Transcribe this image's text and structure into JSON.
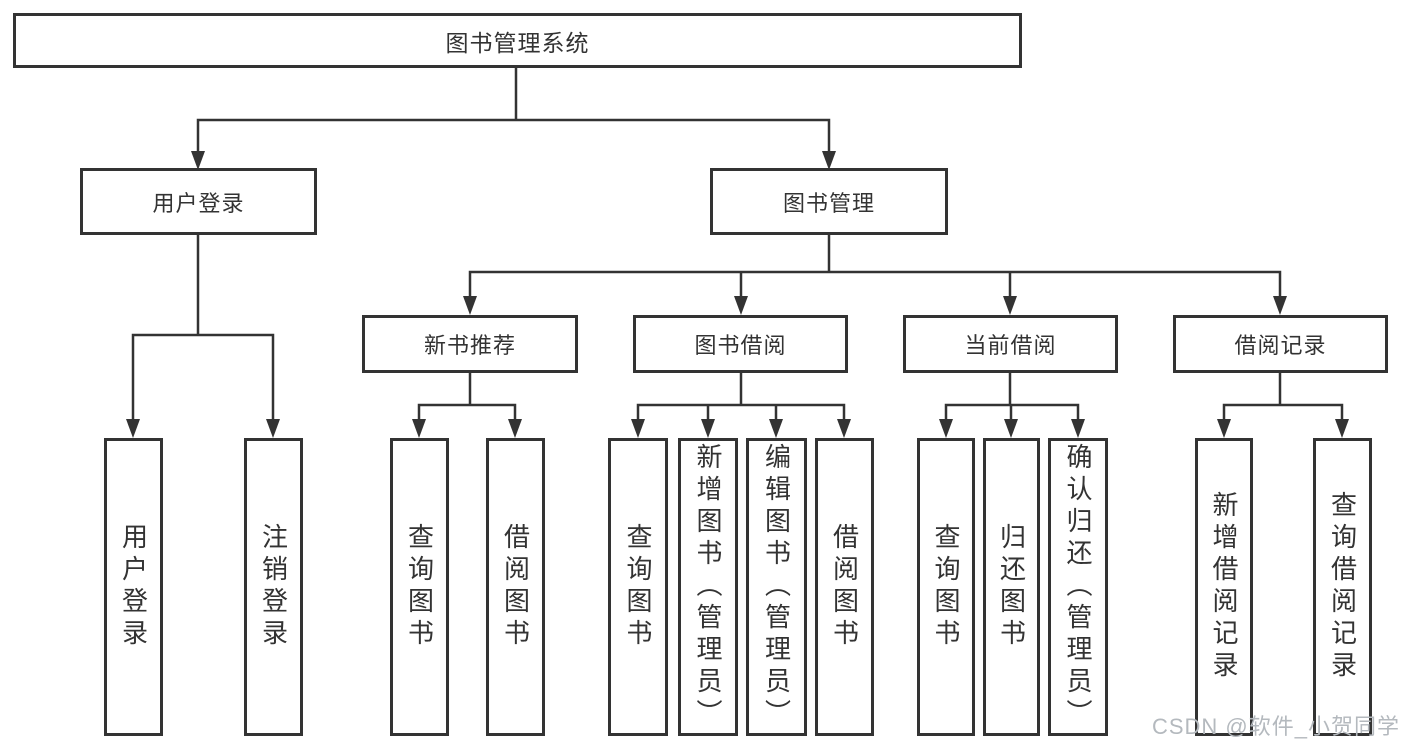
{
  "colors": {
    "line": "#333333",
    "box_border": "#333333",
    "text": "#333333",
    "watermark": "#b4b9be",
    "background": "#ffffff"
  },
  "root": {
    "label": "图书管理系统"
  },
  "branches": [
    {
      "label": "用户登录",
      "children": [
        {
          "label": "用户登录"
        },
        {
          "label": "注销登录"
        }
      ]
    },
    {
      "label": "图书管理",
      "children": [
        {
          "label": "新书推荐",
          "children": [
            {
              "label": "查询图书"
            },
            {
              "label": "借阅图书"
            }
          ]
        },
        {
          "label": "图书借阅",
          "children": [
            {
              "label": "查询图书"
            },
            {
              "label": "新增图书（管理员）"
            },
            {
              "label": "编辑图书（管理员）"
            },
            {
              "label": "借阅图书"
            }
          ]
        },
        {
          "label": "当前借阅",
          "children": [
            {
              "label": "查询图书"
            },
            {
              "label": "归还图书"
            },
            {
              "label": "确认归还（管理员）"
            }
          ]
        },
        {
          "label": "借阅记录",
          "children": [
            {
              "label": "新增借阅记录"
            },
            {
              "label": "查询借阅记录"
            }
          ]
        }
      ]
    }
  ],
  "watermark": "CSDN @软件_小贺同学"
}
